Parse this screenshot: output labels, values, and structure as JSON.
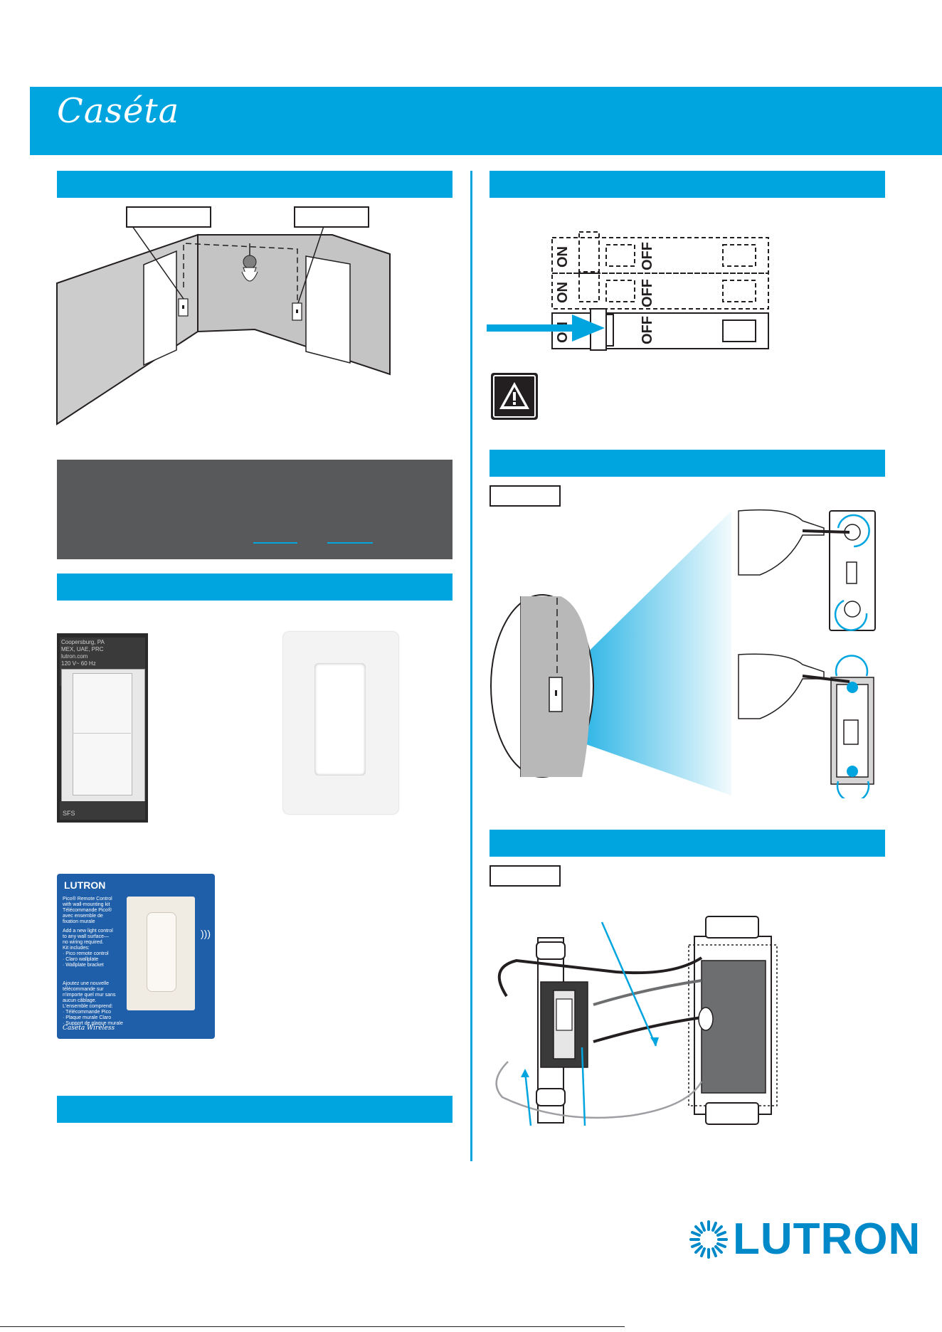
{
  "brand": {
    "product_logo": "Caséta",
    "company_logo": "LUTRON",
    "accent_color": "#00a5e0",
    "panel_color": "#58595b"
  },
  "package_dimmer": {
    "top_lines": [
      "Coopersburg, PA",
      "MEX, UAE, PRC",
      "lutron.com",
      "120 V~ 60 Hz"
    ],
    "bottom_lines": [
      "SFS"
    ]
  },
  "package_pico": {
    "brand": "LUTRON",
    "title_lines": [
      "Pico® Remote Control",
      "with wall-mounting kit"
    ],
    "title_fr_lines": [
      "Télécommande Pico®",
      "avec ensemble de",
      "fixation murale"
    ],
    "feature_lines": [
      "Add a new light control",
      "to any wall surface—",
      "no wiring required."
    ],
    "includes_lines": [
      "Kit includes:",
      "· Pico remote control",
      "· Claro wallplate",
      "· Wallplate bracket"
    ],
    "fr_lines": [
      "Ajoutez une nouvelle",
      "télécommande sur",
      "n'importe quel mur sans",
      "aucun câblage."
    ],
    "fr_includes_lines": [
      "L'ensemble comprend:",
      "· Télécommande Pico",
      "· Plaque murale Claro",
      "· Support de plaque murale"
    ],
    "footer": "Caséta Wireless"
  },
  "breaker": {
    "on_label": "ON",
    "off_label": "OFF"
  },
  "icons": [
    "warning-icon",
    "lutron-sunburst-icon",
    "counterclockwise-arrow-icon"
  ]
}
